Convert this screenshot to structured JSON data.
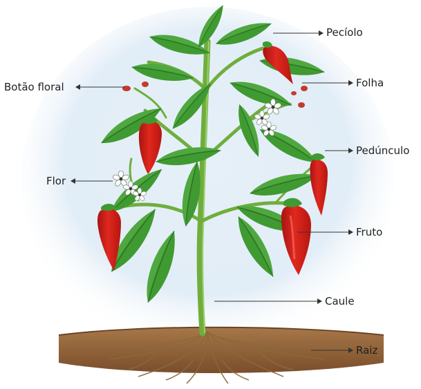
{
  "diagram": {
    "labels": {
      "peciolo": "Pecíolo",
      "botao_floral": "Botão floral",
      "folha": "Folha",
      "pedunculo": "Pedúnculo",
      "flor": "Flor",
      "fruto": "Fruto",
      "caule": "Caule",
      "raiz": "Raiz"
    },
    "colors": {
      "leaf": "#3f9a32",
      "leaf_dark": "#2d7323",
      "stem": "#6fae3c",
      "pepper": "#d21f1b",
      "pepper_highlight": "#f06a5a",
      "soil": "#8a5a34",
      "sky_wash": "#dbe9f5",
      "leader_line": "#333333"
    }
  }
}
